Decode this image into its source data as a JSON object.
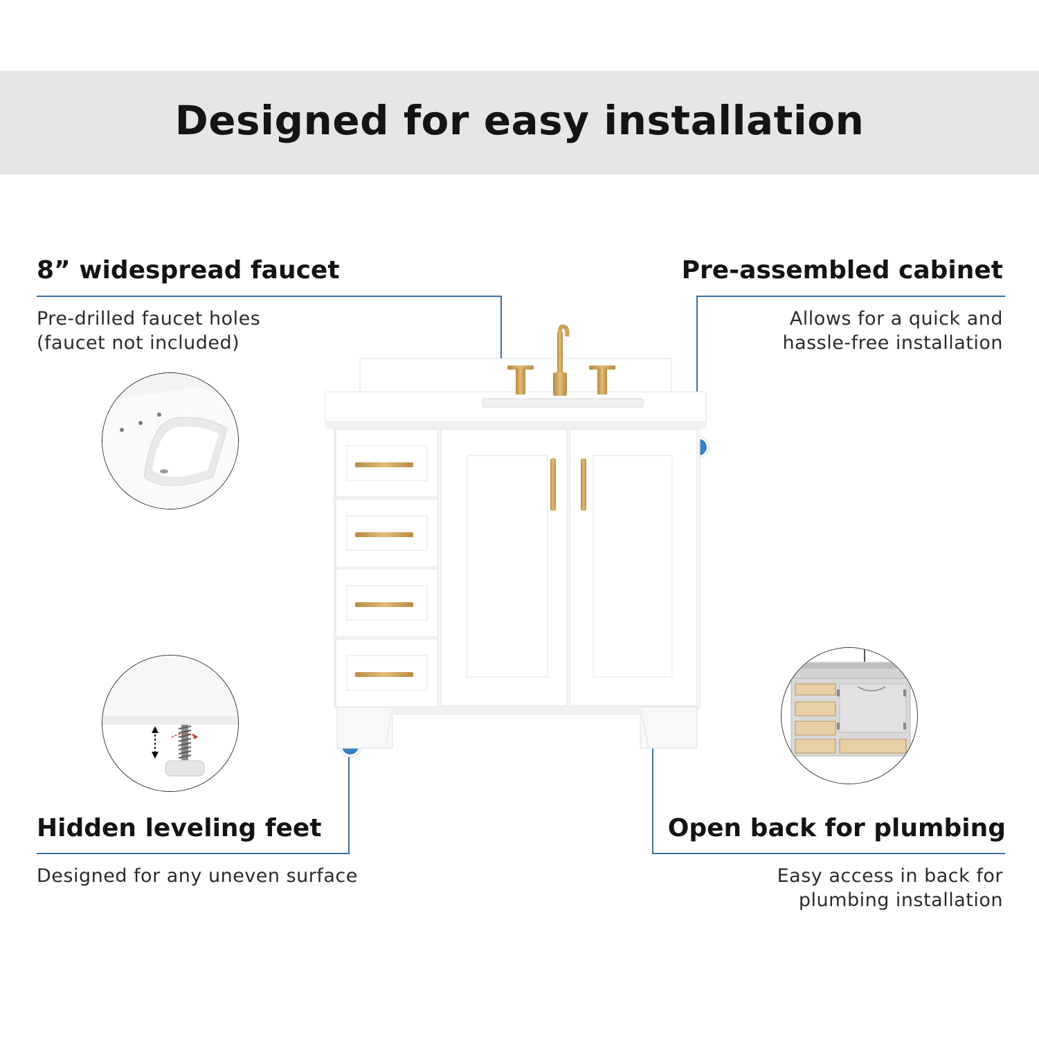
{
  "header": {
    "title": "Designed for easy installation"
  },
  "features": {
    "faucet": {
      "title": "8” widespread faucet",
      "desc_line1": "Pre-drilled faucet holes",
      "desc_line2": "(faucet not included)"
    },
    "cabinet": {
      "title": "Pre-assembled cabinet",
      "desc_line1": "Allows for  a quick and",
      "desc_line2": "hassle-free installation"
    },
    "feet": {
      "title": "Hidden leveling feet",
      "desc_line1": "Designed for any uneven surface"
    },
    "plumbing": {
      "title": "Open back for plumbing",
      "desc_line1": "Easy access in back for",
      "desc_line2": "plumbing installation"
    }
  },
  "colors": {
    "banner": "#e6e6e6",
    "callout_line": "#3b6fa0",
    "callout_dot": "#3a80c4",
    "hardware_gold": "#c9a25a",
    "cabinet_white": "#ffffff",
    "drawer_wood": "#e8cfa6"
  },
  "icons": [
    "sink-detail-image",
    "leveling-foot-image",
    "cabinet-back-image",
    "vanity-image"
  ]
}
